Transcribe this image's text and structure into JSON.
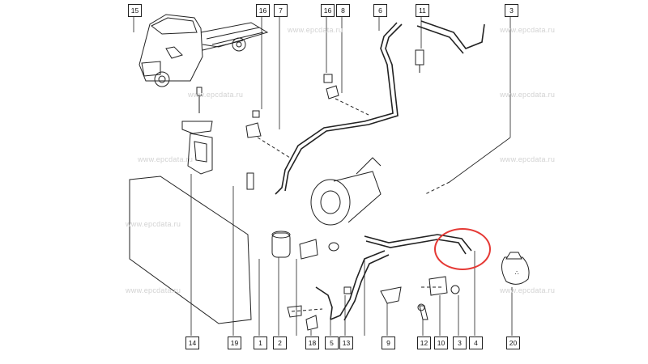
{
  "watermark_text": "www.epcdata.ru",
  "callouts": [
    "15",
    "16",
    "7",
    "16",
    "8",
    "6",
    "11",
    "3",
    "14",
    "19",
    "1",
    "2",
    "5",
    "13",
    "9",
    "10",
    "3",
    "4",
    "18",
    "12",
    "20"
  ],
  "highlight_color": "#e53935",
  "line_color": "#222222"
}
